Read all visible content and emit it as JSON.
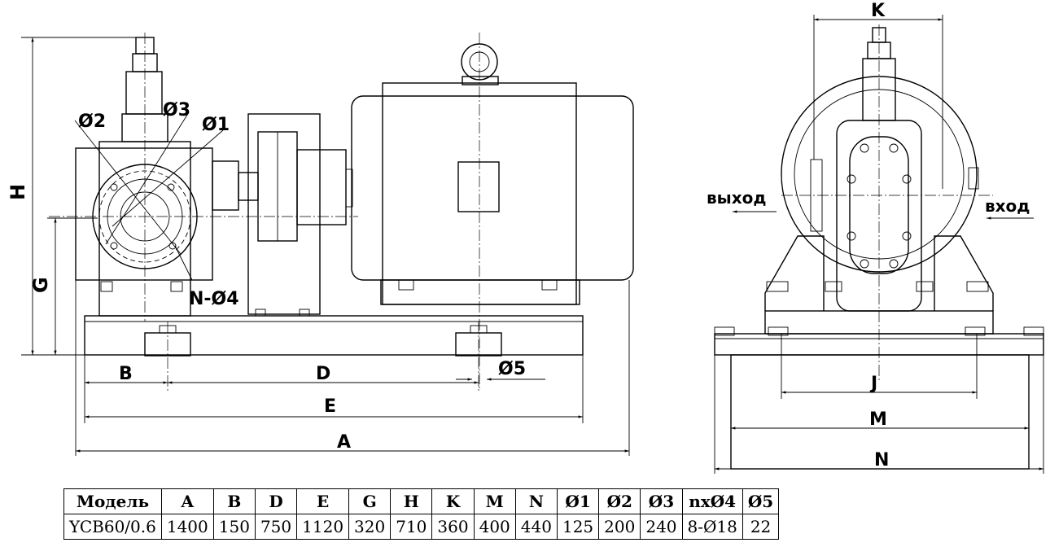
{
  "drawing": {
    "side_view_labels": {
      "H": "H",
      "G": "G",
      "B": "B",
      "D": "D",
      "E": "E",
      "A": "A",
      "d1": "Ø1",
      "d2": "Ø2",
      "d3": "Ø3",
      "nd4": "N-Ø4",
      "d5": "Ø5"
    },
    "front_view_labels": {
      "K": "K",
      "J": "J",
      "M": "M",
      "N": "N",
      "outlet": "выход",
      "inlet": "вход"
    }
  },
  "table": {
    "headers": [
      "Модель",
      "A",
      "B",
      "D",
      "E",
      "G",
      "H",
      "K",
      "M",
      "N",
      "Ø1",
      "Ø2",
      "Ø3",
      "nxØ4",
      "Ø5"
    ],
    "rows": [
      [
        "YCB60/0.6",
        "1400",
        "150",
        "750",
        "1120",
        "320",
        "710",
        "360",
        "400",
        "440",
        "125",
        "200",
        "240",
        "8-Ø18",
        "22"
      ]
    ]
  }
}
